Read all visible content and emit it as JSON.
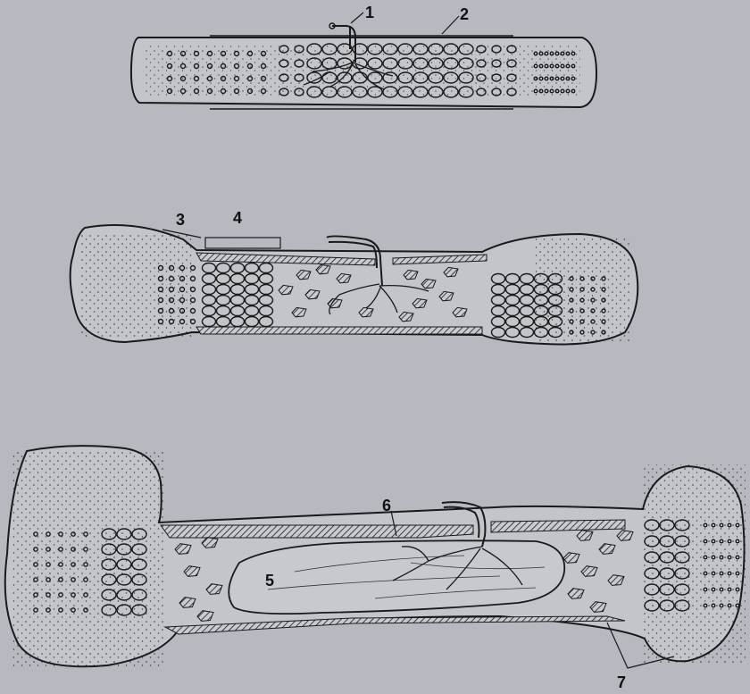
{
  "colors": {
    "background": "#b7b9c0",
    "bone_fill": "#bfc1c8",
    "ink": "#1a1a1a"
  },
  "labels": {
    "l1": "1",
    "l2": "2",
    "l3": "3",
    "l4": "4",
    "l5": "5",
    "l6": "6",
    "l7": "7"
  }
}
